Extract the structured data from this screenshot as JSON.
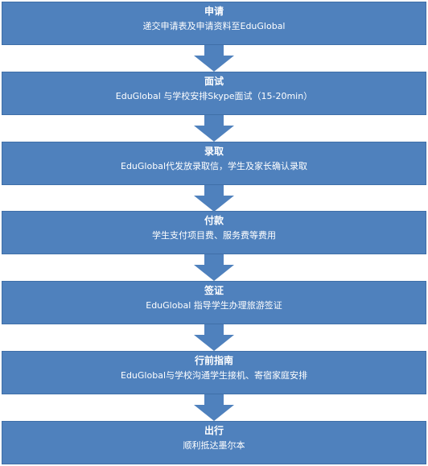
{
  "colors": {
    "box_fill": "#4f81bd",
    "box_border": "#3f6fa8",
    "text": "#ffffff"
  },
  "steps": [
    {
      "title": "申请",
      "desc": "递交申请表及申请资料至EduGlobal"
    },
    {
      "title": "面试",
      "desc": "EduGlobal 与学校安排Skype面试（15-20min）"
    },
    {
      "title": "录取",
      "desc": "EduGlobal代发放录取信，学生及家长确认录取"
    },
    {
      "title": "付款",
      "desc": "学生支付项目费、服务费等费用"
    },
    {
      "title": "签证",
      "desc": "EduGlobal 指导学生办理旅游签证"
    },
    {
      "title": "行前指南",
      "desc": "EduGlobal与学校沟通学生接机、寄宿家庭安排"
    },
    {
      "title": "出行",
      "desc": "顺利抵达墨尔本"
    }
  ]
}
